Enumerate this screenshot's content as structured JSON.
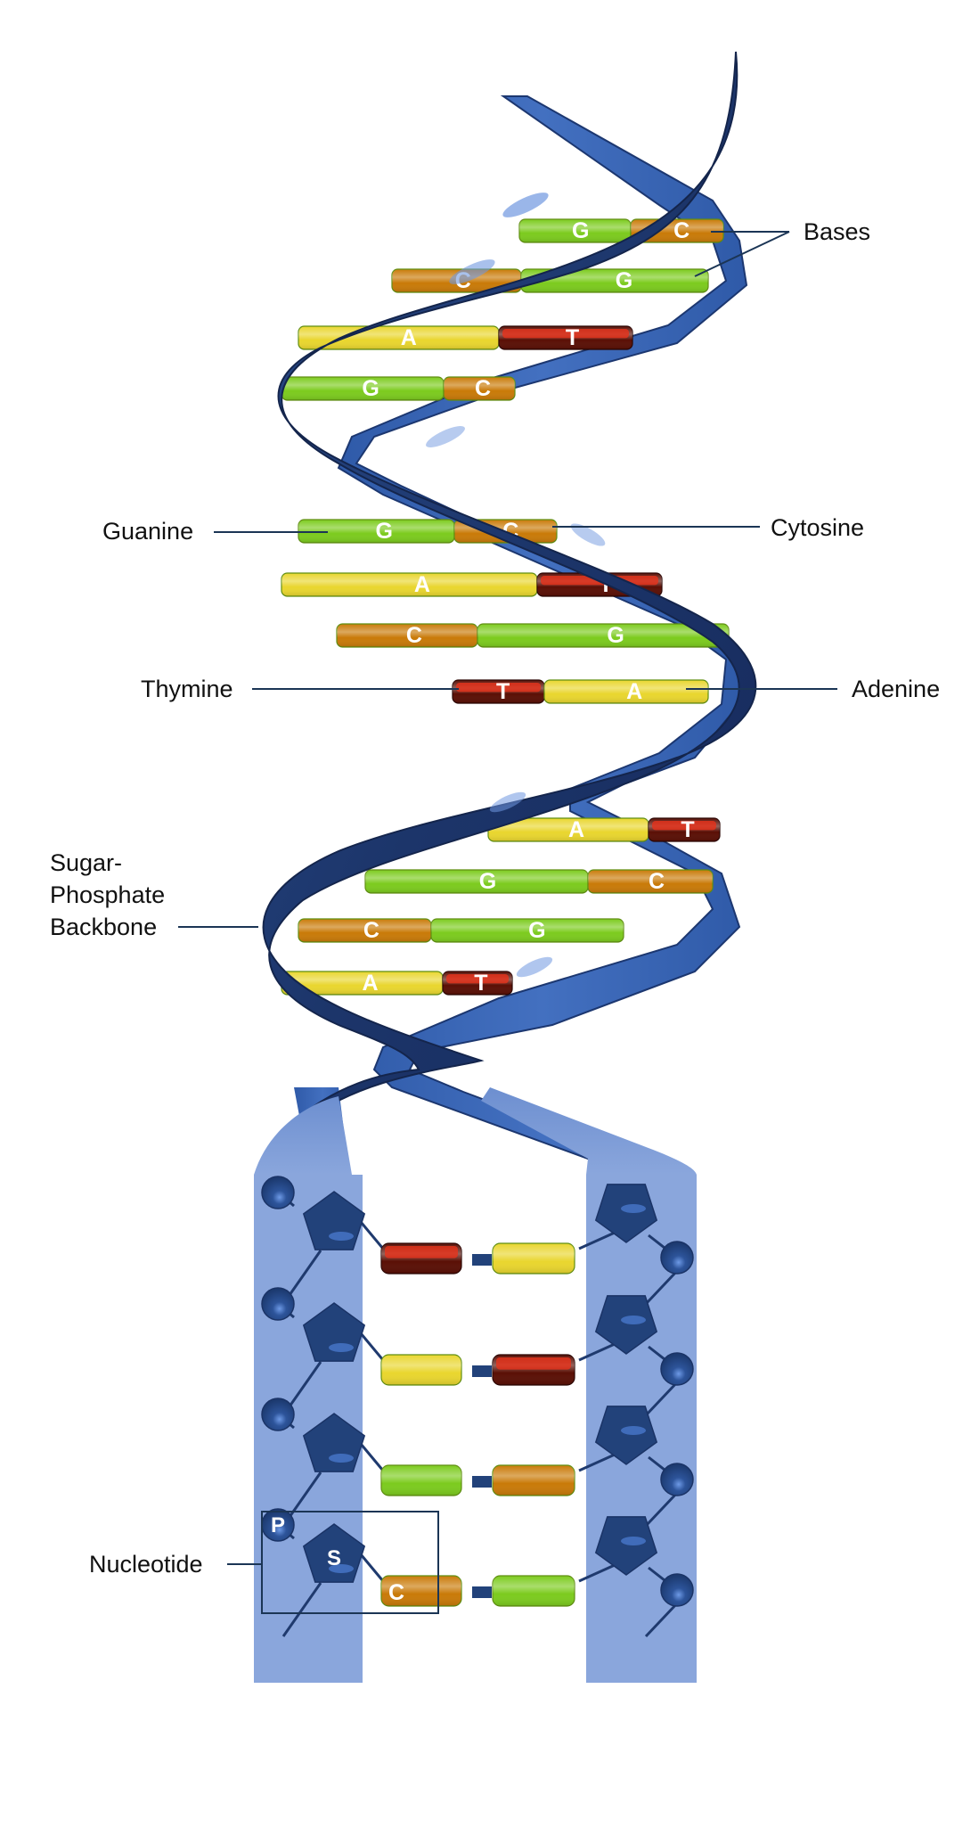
{
  "diagram": {
    "title": "DNA double helix structure",
    "labels": {
      "bases": "Bases",
      "guanine": "Guanine",
      "cytosine": "Cytosine",
      "thymine": "Thymine",
      "adenine": "Adenine",
      "backbone": "Sugar-\nPhosphate\nBackbone",
      "nucleotide": "Nucleotide"
    },
    "colors": {
      "G": "#7ccb1e",
      "C": "#c97a08",
      "A": "#e9d62e",
      "T": "#5a0f05",
      "strand_dark": "#1f3a6e",
      "strand_mid": "#3a64b0",
      "ladder_band": "#8aa6dc",
      "node": "#22427a",
      "leader": "#1b3555"
    },
    "helix_pairs": [
      {
        "left": "G",
        "right": "C"
      },
      {
        "left": "C",
        "right": "G"
      },
      {
        "left": "A",
        "right": "T"
      },
      {
        "left": "G",
        "right": "C"
      },
      {
        "left": "G",
        "right": "C"
      },
      {
        "left": "A",
        "right": "T"
      },
      {
        "left": "C",
        "right": "G"
      },
      {
        "left": "T",
        "right": "A"
      },
      {
        "left": "A",
        "right": "T"
      },
      {
        "left": "G",
        "right": "C"
      },
      {
        "left": "C",
        "right": "G"
      },
      {
        "left": "A",
        "right": "T"
      }
    ],
    "ladder_pairs": [
      {
        "left": "T",
        "right": "A"
      },
      {
        "left": "A",
        "right": "T"
      },
      {
        "left": "G",
        "right": "C"
      },
      {
        "left": "C",
        "right": "G",
        "left_label": "C"
      }
    ],
    "nucleotide_parts": {
      "phosphate": "P",
      "sugar": "S"
    }
  }
}
